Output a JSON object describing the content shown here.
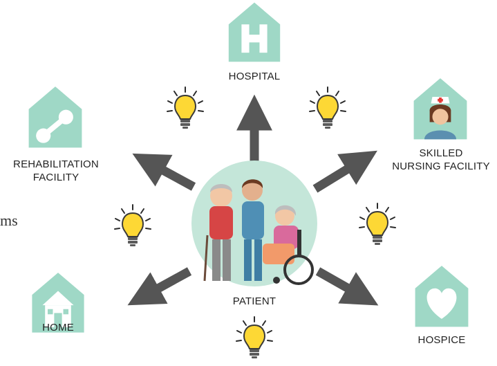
{
  "colors": {
    "house": "#9fd8c6",
    "house_symbol": "#ffffff",
    "arrow": "#555555",
    "bulb": "#fdd835",
    "bulb_base": "#5a5a5a",
    "circle": "#c4e6d9"
  },
  "nodes": {
    "hospital": {
      "label_lines": [
        "HOSPITAL"
      ],
      "icon": "hospital-h-icon"
    },
    "rehab": {
      "label_lines": [
        "REHABILITATION",
        "FACILITY"
      ],
      "icon": "link-nodes-icon"
    },
    "snf": {
      "label_lines": [
        "SKILLED",
        "NURSING FACILITY"
      ],
      "icon": "nurse-icon"
    },
    "home": {
      "label_lines": [
        "HOME"
      ],
      "icon": "house-icon"
    },
    "hospice": {
      "label_lines": [
        "HOSPICE"
      ],
      "icon": "heart-icon"
    },
    "patient": {
      "label_lines": [
        "PATIENT"
      ],
      "icon": "patients-illustration"
    }
  },
  "stray_text": "ms",
  "edges": [
    {
      "from": "patient",
      "to": "hospital"
    },
    {
      "from": "patient",
      "to": "rehab"
    },
    {
      "from": "patient",
      "to": "snf"
    },
    {
      "from": "patient",
      "to": "home"
    },
    {
      "from": "patient",
      "to": "hospice"
    }
  ]
}
